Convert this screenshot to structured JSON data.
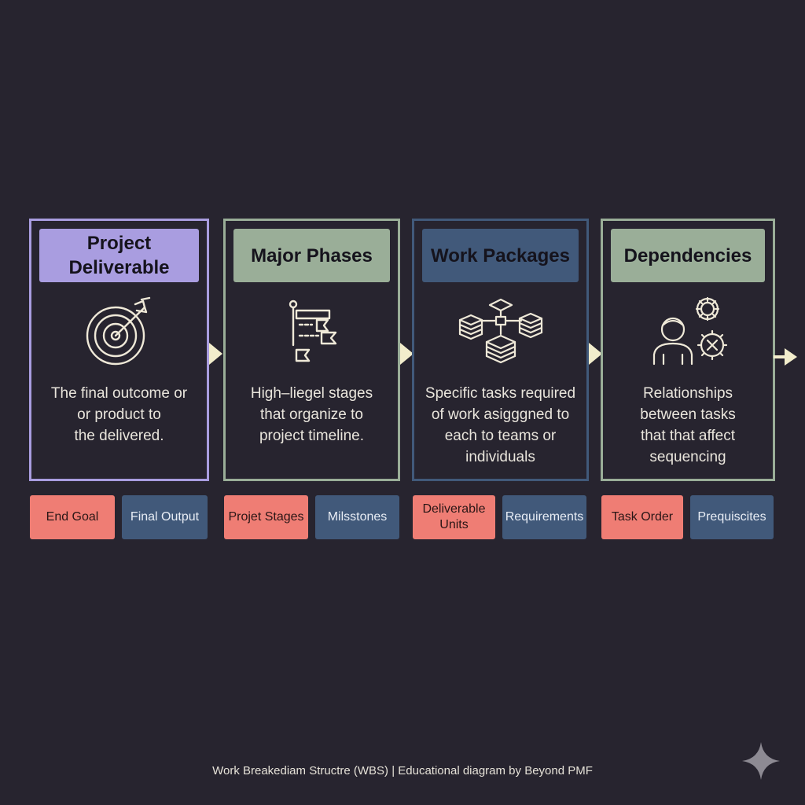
{
  "colors": {
    "background": "#27242f",
    "purple": "#a99de0",
    "green": "#9aae98",
    "blue": "#41597a",
    "coral": "#ef7d74",
    "cream": "#f2edcc"
  },
  "cards": [
    {
      "title": "Project\nDeliverable",
      "icon": "target-arrow-icon",
      "description": "The final outcome or\nor product to\nthe delivered.",
      "tags": [
        "End Goal",
        "Final Output"
      ]
    },
    {
      "title": "Major Phases",
      "icon": "flag-timeline-icon",
      "description": "High–liegel stages\nthat organize to\nproject timeline.",
      "tags": [
        "Projet Stages",
        "Milsstones"
      ]
    },
    {
      "title": "Work Packages",
      "icon": "stacked-blocks-icon",
      "description": "Specific tasks required\nof work asigggned to\neach to teams or\nindividuals",
      "tags": [
        "Deliverable\nUnits",
        "Requirements"
      ]
    },
    {
      "title": "Dependencies",
      "icon": "person-gears-icon",
      "description": "Relationships\nbetween tasks\nthat that affect\nsequencing",
      "tags": [
        "Task Order",
        "Prequiscites"
      ]
    }
  ],
  "footer": "Work Breakediam Structre (WBS) | Educational diagram by Beyond PMF"
}
